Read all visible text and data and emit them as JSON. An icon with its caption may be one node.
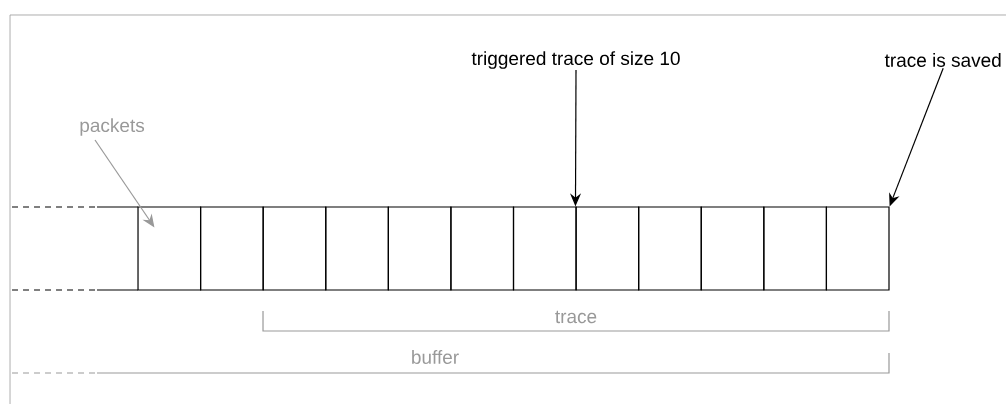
{
  "diagram": {
    "nodes": [
      {
        "text": [
          "packets"
        ]
      },
      {
        "text": [
          "triggered trace of size 10"
        ]
      },
      {
        "text": [
          "trace is saved"
        ]
      },
      {
        "text": [],
        "shape": "box"
      },
      {
        "text": [],
        "shape": "box"
      },
      {
        "text": [],
        "shape": "box"
      },
      {
        "text": [],
        "shape": "box"
      },
      {
        "text": [],
        "shape": "box"
      },
      {
        "text": [],
        "shape": "box"
      },
      {
        "text": [],
        "shape": "box"
      },
      {
        "text": [],
        "shape": "box"
      },
      {
        "text": [],
        "shape": "box"
      },
      {
        "text": [],
        "shape": "box"
      },
      {
        "text": [],
        "shape": "box"
      },
      {
        "text": [],
        "shape": "box"
      }
    ],
    "edges": [
      {
        "from": 0,
        "to": 3,
        "arrow": "to",
        "color": "#999999"
      },
      {
        "from": 1,
        "to": 10,
        "arrow": "to"
      },
      {
        "from": 2,
        "to": 14,
        "arrow": "to"
      }
    ],
    "labels": [
      "trace",
      "buffer"
    ]
  }
}
